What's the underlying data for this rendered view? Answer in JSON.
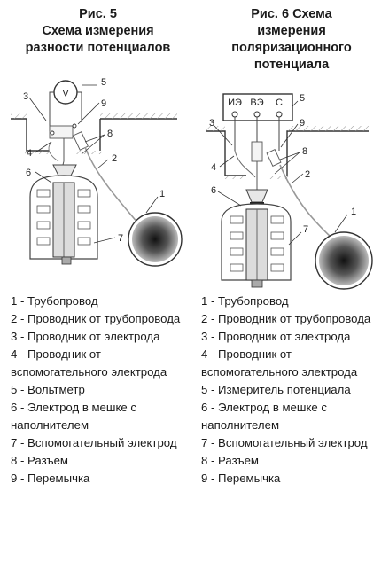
{
  "figure5": {
    "title": "Рис. 5\nСхема измерения\nразности потенциалов",
    "meter_symbol": "V",
    "callouts": [
      "1",
      "2",
      "3",
      "4",
      "5",
      "6",
      "7",
      "8",
      "9"
    ],
    "legend": [
      "1 - Трубопровод",
      "2 - Проводник от трубопровода",
      "3 - Проводник от электрода",
      "4 - Проводник от вспомогательного электрода",
      "5 - Вольтметр",
      "6 - Электрод в мешке с наполнителем",
      "7 - Вспомогательный электрод",
      "8 - Разъем",
      "9 - Перемычка"
    ]
  },
  "figure6": {
    "title": "Рис. 6 Схема\nизмерения\nполяризационного\nпотенциала",
    "meter_terminals": [
      "ИЭ",
      "ВЭ",
      "С"
    ],
    "callouts": [
      "1",
      "2",
      "3",
      "4",
      "5",
      "6",
      "7",
      "8",
      "9"
    ],
    "legend": [
      "1 - Трубопровод",
      "2 - Проводник от трубопровода",
      "3 - Проводник от электрода",
      "4 - Проводник от вспомогательного электрода",
      "5 - Измеритель потенциала",
      "6 - Электрод в мешке с наполнителем",
      "7 - Вспомогательный электрод",
      "8 - Разъем",
      "9 - Перемычка"
    ]
  }
}
